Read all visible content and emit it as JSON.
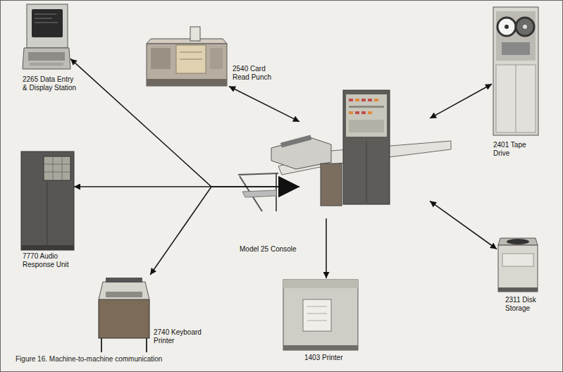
{
  "diagram": {
    "caption": "Figure 16. Machine-to-machine communication",
    "nodes": [
      {
        "text": [
          "2265 Data Entry & Display Station"
        ]
      },
      {
        "text": [
          "2540 Card Read Punch"
        ]
      },
      {
        "text": [
          "2401 Tape Drive"
        ]
      },
      {
        "text": [
          "7770 Audio Response Unit"
        ]
      },
      {
        "text": [
          "Model 25 Console"
        ]
      },
      {
        "text": [
          "2740 Keyboard Printer"
        ]
      },
      {
        "text": [
          "1403 Printer"
        ]
      },
      {
        "text": [
          "2311 Disk Storage"
        ]
      }
    ],
    "edges": [
      {
        "from": 4,
        "to": 0,
        "arrow": "both"
      },
      {
        "from": 4,
        "to": 1,
        "arrow": "both"
      },
      {
        "from": 4,
        "to": 2,
        "arrow": "both"
      },
      {
        "from": 4,
        "to": 3,
        "arrow": "both"
      },
      {
        "from": 4,
        "to": 5,
        "arrow": "both"
      },
      {
        "from": 4,
        "to": 6,
        "arrow": "to"
      },
      {
        "from": 4,
        "to": 7,
        "arrow": "both"
      }
    ]
  }
}
